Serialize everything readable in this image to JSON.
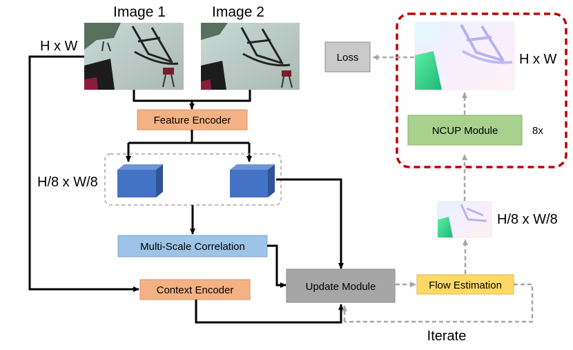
{
  "labels": {
    "image1": "Image 1",
    "image2": "Image 2",
    "hw_left": "H x W",
    "hw_right": "H x W",
    "h8_left": "H/8 x W/8",
    "h8_right": "H/8 x W/8",
    "iterate": "Iterate",
    "times8": "8x"
  },
  "boxes": {
    "feature_encoder": "Feature Encoder",
    "multi_scale_correlation": "Multi-Scale Correlation",
    "context_encoder": "Context Encoder",
    "update_module": "Update Module",
    "flow_estimation": "Flow Estimation",
    "ncup_module": "NCUP Module",
    "loss": "Loss"
  },
  "colors": {
    "feature_encoder": "#f4b183",
    "context_encoder": "#f4b183",
    "correlation": "#9dc3e6",
    "update": "#a6a6a6",
    "flow": "#ffd966",
    "ncup": "#a9d18e",
    "loss": "#c9c9c9",
    "feature_cube": "#4472c4",
    "highlight_border": "#c00000",
    "dashed_arrow": "#a6a6a6"
  }
}
